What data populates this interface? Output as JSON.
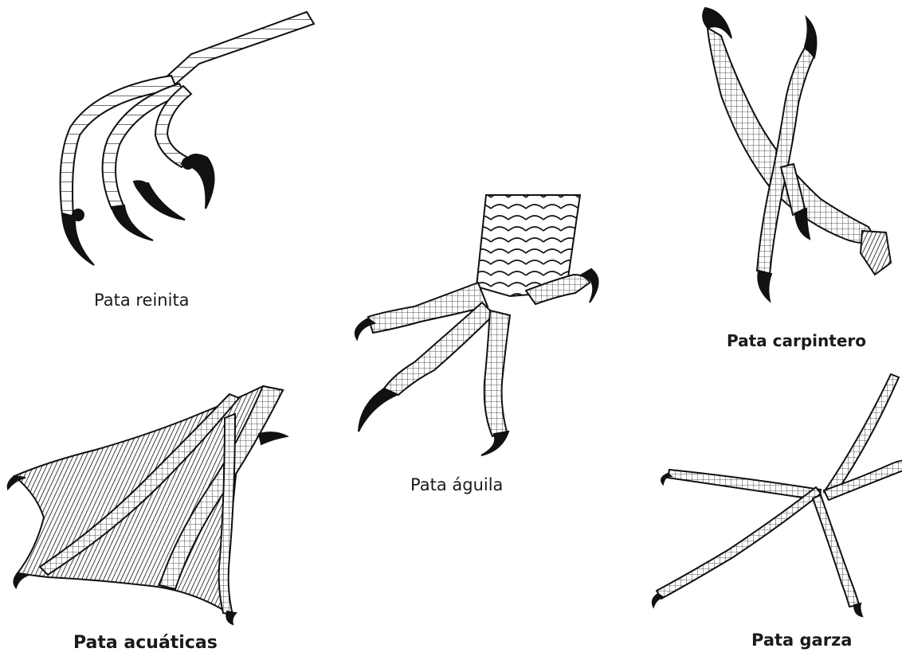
{
  "labels": {
    "reinita": "Pata reinita",
    "aguila": "Pata águila",
    "carpintero": "Pata carpintero",
    "acuaticas": "Pata acuáticas",
    "garza": "Pata garza"
  },
  "colors": {
    "ink": "#111111",
    "background": "#ffffff"
  }
}
